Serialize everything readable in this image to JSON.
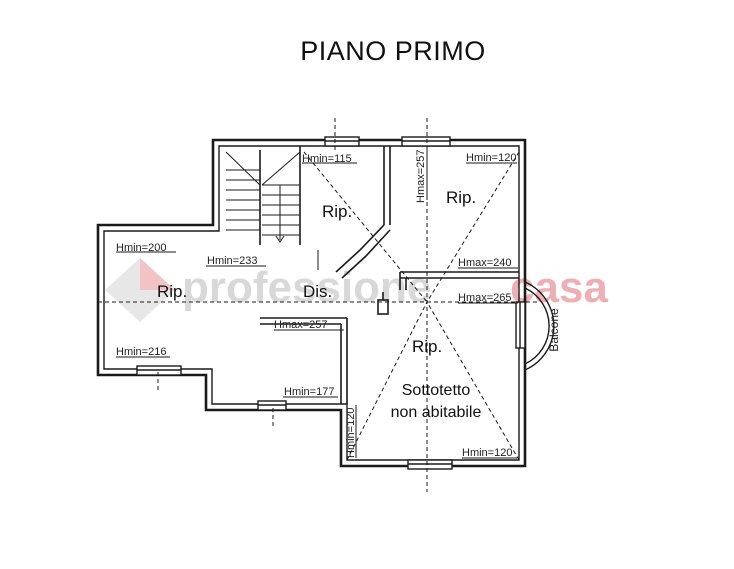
{
  "title": "PIANO PRIMO",
  "rooms": {
    "rip_top_left": "Rip.",
    "rip_top_right": "Rip.",
    "rip_left": "Rip.",
    "dis": "Dis.",
    "rip_bottom": "Rip."
  },
  "attic": {
    "line1": "Sottotetto",
    "line2": "non abitabile"
  },
  "balcony": "Balcone",
  "heights": {
    "hmin_115": "Hmin=115",
    "hmax_257_top": "Hmax=257",
    "hmin_120_top": "Hmin=120",
    "hmin_200": "Hmin=200",
    "hmin_233": "Hmin=233",
    "hmax_240": "Hmax=240",
    "hmax_265": "Hmax=265",
    "hmax_257_mid": "Hmax=257",
    "hmin_216": "Hmin=216",
    "hmin_177": "Hmin=177",
    "hmin_120_left": "Hmin=120",
    "hmin_120_bottom": "Hmin=120"
  },
  "watermark": {
    "part1": "professione",
    "part2": "casa",
    "color_gray": "#c8c8c8",
    "color_red": "#e74e56"
  },
  "colors": {
    "line": "#1a1a1a",
    "background": "#ffffff"
  }
}
